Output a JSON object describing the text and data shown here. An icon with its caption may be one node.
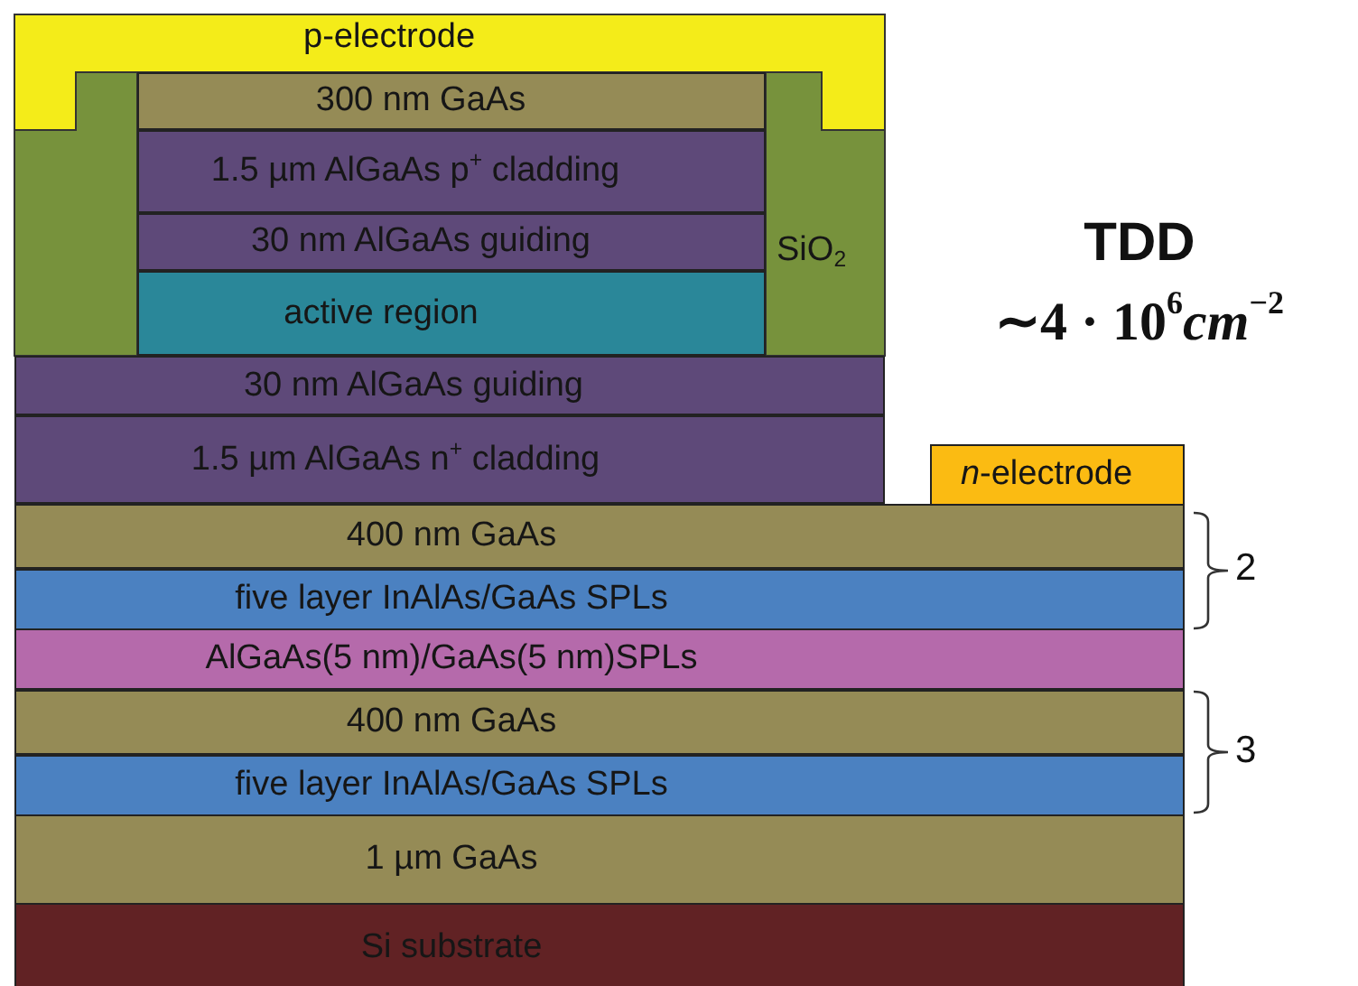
{
  "diagram": {
    "nodes": [
      {
        "text": [
          "SiO$_{2}$"
        ]
      },
      {
        "text": [
          "p-electrode"
        ]
      },
      {
        "text": [
          "300 nm GaAs"
        ]
      },
      {
        "text": [
          "1.5 µm AlGaAs p$^{+}$ cladding"
        ]
      },
      {
        "text": [
          "30 nm AlGaAs guiding"
        ]
      },
      {
        "text": [
          "active region"
        ]
      },
      {
        "text": [
          "30 nm AlGaAs guiding"
        ]
      },
      {
        "text": [
          "1.5 µm AlGaAs n$^{+}$ cladding"
        ]
      },
      {
        "text": [
          "*n*-electrode"
        ]
      },
      {
        "text": [
          "400 nm GaAs"
        ]
      },
      {
        "text": [
          "five layer InAlAs/GaAs SPLs"
        ]
      },
      {
        "text": [
          "AlGaAs(5 nm)/GaAs(5 nm)SPLs"
        ]
      },
      {
        "text": [
          "400 nm GaAs"
        ]
      },
      {
        "text": [
          "five layer InAlAs/GaAs SPLs"
        ]
      },
      {
        "text": [
          "1 µm GaAs"
        ]
      },
      {
        "text": [
          "Si substrate"
        ]
      }
    ],
    "labels": [
      "TDD",
      "∼4 · 10$^{6}$*cm*$^{−2}$",
      "2",
      "3"
    ]
  }
}
